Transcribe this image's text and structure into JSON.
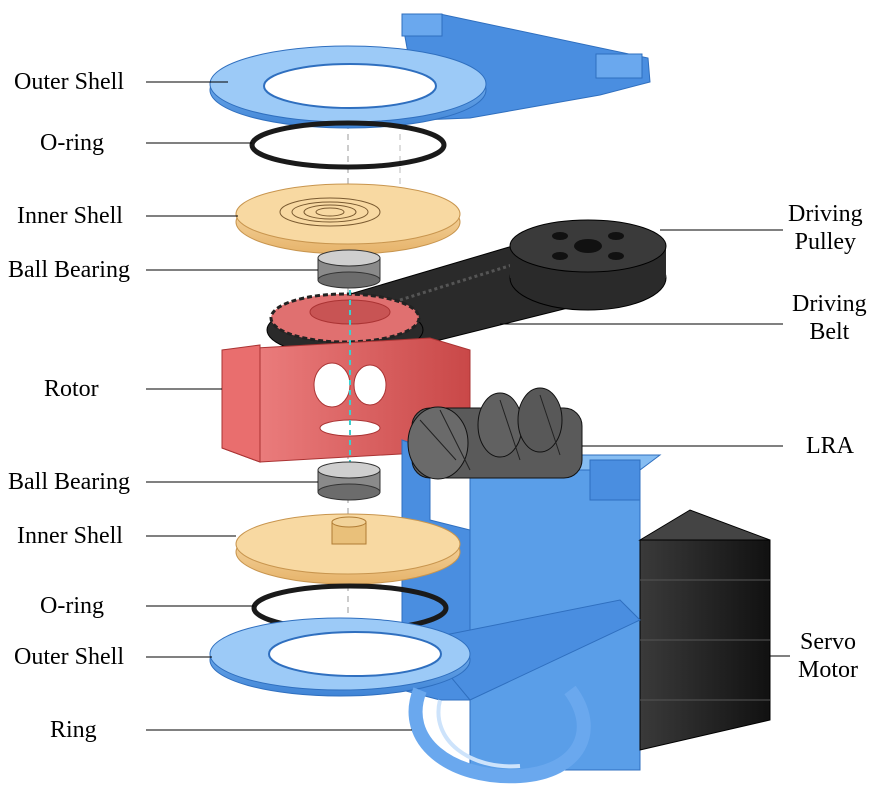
{
  "figure": {
    "labels_left": [
      "Outer Shell",
      "O-ring",
      "Inner Shell",
      "Ball Bearing",
      "Rotor",
      "Ball Bearing",
      "Inner Shell",
      "O-ring",
      "Outer Shell",
      "Ring"
    ],
    "labels_right": [
      [
        "Driving",
        "Pulley"
      ],
      [
        "Driving",
        "Belt"
      ],
      [
        "LRA"
      ],
      [
        "Servo",
        "Motor"
      ]
    ]
  },
  "colors": {
    "blue_part": "#5a9ee8",
    "blue_dark": "#2f6fbf",
    "cream_part": "#f2c98a",
    "red_part": "#e06565",
    "black_part": "#1e1e1e",
    "grey_part": "#8a8a8a",
    "leader": "#000000"
  }
}
